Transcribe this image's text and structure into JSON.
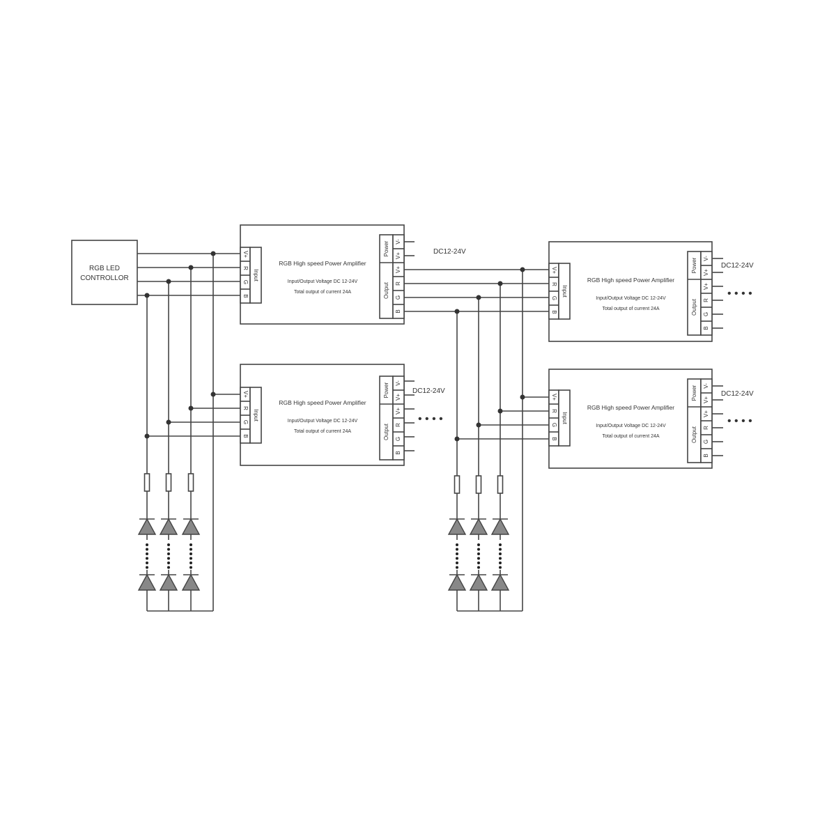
{
  "controller": {
    "line1": "RGB LED",
    "line2": "CONTROLLOR"
  },
  "amplifier": {
    "title": "RGB High speed Power Amplifier",
    "voltage": "Input/Output Voltage DC 12-24V",
    "current": "Total output of current 24A",
    "input_label": "Input",
    "output_label": "Output",
    "power_label": "Power",
    "input_pins": [
      "V+",
      "R",
      "G",
      "B"
    ],
    "power_pins": [
      "V-",
      "V+"
    ],
    "output_pins": [
      "V+",
      "R",
      "G",
      "B"
    ]
  },
  "power_supply_label": "DC12-24V",
  "continuation": "• • • •",
  "led_chain_dots": "⋮"
}
